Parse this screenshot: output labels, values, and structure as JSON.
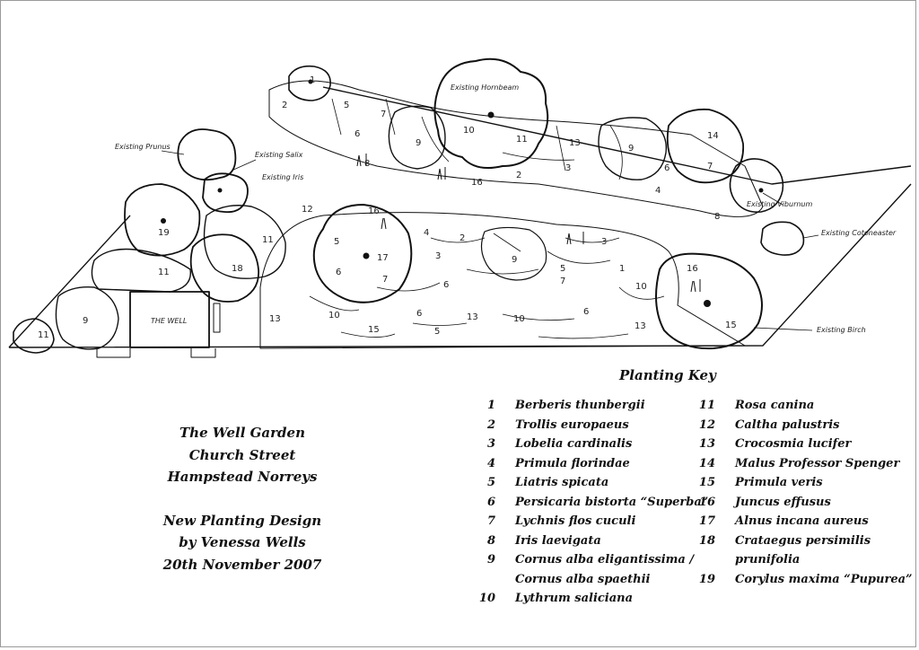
{
  "plan": {
    "labels": {
      "existing_prunus": "Existing Prunus",
      "existing_salix": "Existing Salix",
      "existing_iris": "Existing Iris",
      "existing_hornbeam": "Existing Hornbeam",
      "existing_viburnum": "Existing Viburnum",
      "existing_cotoneaster": "Existing Cotoneaster",
      "existing_birch": "Existing Birch",
      "the_well": "THE WELL"
    },
    "bed_numbers": [
      "1",
      "2",
      "3",
      "4",
      "5",
      "6",
      "7",
      "8",
      "9",
      "10",
      "11",
      "12",
      "13",
      "14",
      "15",
      "16",
      "17",
      "18",
      "19"
    ]
  },
  "title_block": {
    "line1": "The Well Garden",
    "line2": "Church Street",
    "line3": "Hampstead Norreys",
    "line4": "New Planting Design",
    "line5": "by Venessa Wells",
    "line6": "20th November 2007"
  },
  "planting_key": {
    "title": "Planting Key",
    "column1": [
      {
        "num": "1",
        "name": "Berberis thunbergii"
      },
      {
        "num": "2",
        "name": "Trollis europaeus"
      },
      {
        "num": "3",
        "name": "Lobelia cardinalis"
      },
      {
        "num": "4",
        "name": "Primula florindae"
      },
      {
        "num": "5",
        "name": "Liatris spicata"
      },
      {
        "num": "6",
        "name": "Persicaria bistorta “Superba”"
      },
      {
        "num": "7",
        "name": "Lychnis flos cuculi"
      },
      {
        "num": "8",
        "name": "Iris laevigata"
      },
      {
        "num": "9",
        "name": "Cornus alba eligantissima /"
      },
      {
        "num": "",
        "name": "Cornus alba spaethii"
      },
      {
        "num": "10",
        "name": "Lythrum saliciana"
      }
    ],
    "column2": [
      {
        "num": "11",
        "name": "Rosa canina"
      },
      {
        "num": "12",
        "name": "Caltha palustris"
      },
      {
        "num": "13",
        "name": "Crocosmia lucifer"
      },
      {
        "num": "14",
        "name": "Malus Professor Spenger"
      },
      {
        "num": "15",
        "name": "Primula veris"
      },
      {
        "num": "16",
        "name": "Juncus effusus"
      },
      {
        "num": "17",
        "name": "Alnus incana aureus"
      },
      {
        "num": "18",
        "name": "Crataegus persimilis"
      },
      {
        "num": "",
        "name": "prunifolia"
      },
      {
        "num": "19",
        "name": "Corylus maxima “Pupurea”"
      }
    ]
  }
}
